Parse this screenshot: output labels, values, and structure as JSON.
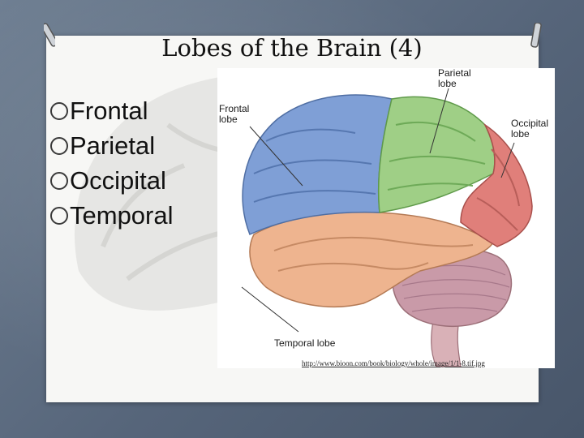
{
  "slide": {
    "title": "Lobes of the Brain (4)",
    "bullets": [
      "Frontal",
      "Parietal",
      "Occipital",
      "Temporal"
    ]
  },
  "figure": {
    "labels": {
      "frontal": "Frontal\nlobe",
      "parietal": "Parietal\nlobe",
      "occipital": "Occipital\nlobe",
      "temporal": "Temporal lobe"
    },
    "source_url": "http://www.bioon.com/book/biology/whole/image/1/1-8.tif.jpg"
  },
  "colors": {
    "frontal": "#7f9fd6",
    "parietal": "#9fcf86",
    "occipital": "#e07f7a",
    "temporal": "#eeb48f",
    "cerebellum": "#c99aa8",
    "brainstem": "#d9b1b7"
  }
}
